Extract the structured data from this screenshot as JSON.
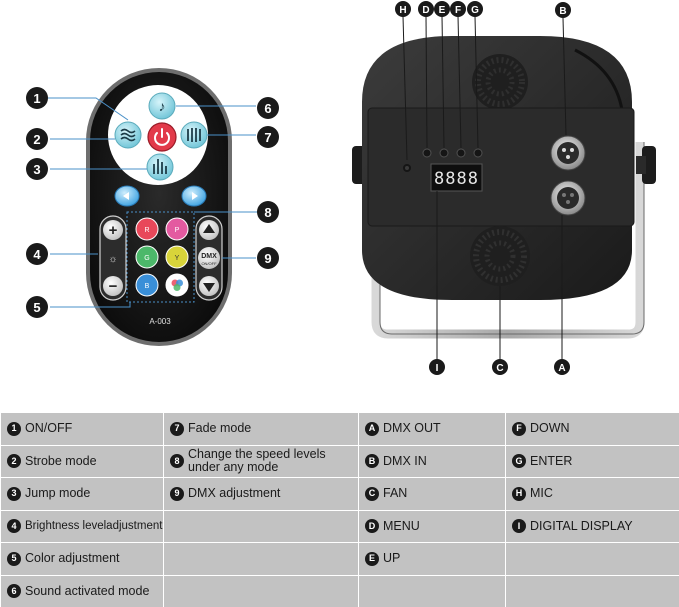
{
  "remote": {
    "model": "A-003",
    "dmx_button": "DMX",
    "dmx_sub": "ON/OFF",
    "color_keys": [
      "R",
      "P",
      "G",
      "Y",
      "B"
    ]
  },
  "callouts_left": [
    "1",
    "2",
    "3",
    "4",
    "5",
    "6",
    "7",
    "8",
    "9"
  ],
  "callouts_right": [
    "H",
    "D",
    "E",
    "F",
    "G",
    "B",
    "I",
    "C",
    "A"
  ],
  "legend": {
    "rows": [
      [
        {
          "badge": "1",
          "text": "ON/OFF"
        },
        {
          "badge": "7",
          "text": "Fade mode"
        },
        {
          "badge": "A",
          "text": "DMX OUT"
        },
        {
          "badge": "F",
          "text": "DOWN"
        }
      ],
      [
        {
          "badge": "2",
          "text": "Strobe mode"
        },
        {
          "badge": "8",
          "text": "Change the speed levels under any mode"
        },
        {
          "badge": "B",
          "text": "DMX IN"
        },
        {
          "badge": "G",
          "text": "ENTER"
        }
      ],
      [
        {
          "badge": "3",
          "text": "Jump mode"
        },
        {
          "badge": "9",
          "text": "DMX adjustment"
        },
        {
          "badge": "C",
          "text": "FAN"
        },
        {
          "badge": "H",
          "text": "MIC"
        }
      ],
      [
        {
          "badge": "4",
          "text": "Brightness leveladjustment"
        },
        {
          "badge": "",
          "text": ""
        },
        {
          "badge": "D",
          "text": "MENU"
        },
        {
          "badge": "I",
          "text": "DIGITAL DISPLAY"
        }
      ],
      [
        {
          "badge": "5",
          "text": "Color adjustment"
        },
        {
          "badge": "",
          "text": ""
        },
        {
          "badge": "E",
          "text": "UP"
        },
        {
          "badge": "",
          "text": ""
        }
      ],
      [
        {
          "badge": "6",
          "text": "Sound activated mode"
        },
        {
          "badge": "",
          "text": ""
        },
        {
          "badge": "",
          "text": ""
        },
        {
          "badge": "",
          "text": ""
        }
      ]
    ]
  },
  "colors": {
    "table_bg": "#c2c2c2",
    "callout_line": "#4a90c8",
    "remote_body": "#151515",
    "button_cyan": "#8fd3e0",
    "key_red": "#e8485a",
    "key_pink": "#e35aa0",
    "key_green": "#4cb86a",
    "key_yellow": "#d8d43a",
    "key_blue": "#3a8fd8"
  }
}
